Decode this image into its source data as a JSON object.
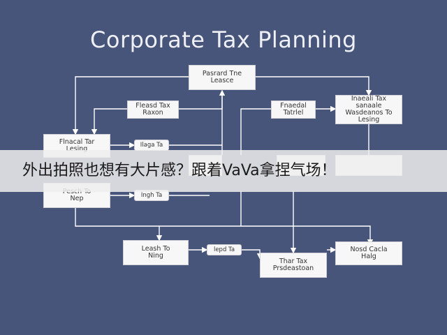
{
  "title": "Corporate Tax Planning",
  "banner": {
    "text": "外出拍照也想有大片感？跟着VaVa拿捏气场！"
  },
  "nodes": {
    "n1": "Pasrard Tne\nLeasce",
    "n2": "Fleasd Tax\nRaxon",
    "n3": "Fnaedal\nTatrlel",
    "n4": "Inaeali Tax\nsanaale\nWasdeanos To\nLesing",
    "n5": "Flnacal Tar\nLesing",
    "n6": "Ilaga Ta",
    "n7": "Pesch To\nNep",
    "n8": "Ingh Ta",
    "n9": "Leash To\nNing",
    "n10": "lepd Ta",
    "n11": "Thar Tax\nPrsdeastoan",
    "n12": "Nosd Cacla\nHalg"
  },
  "colors": {
    "background": "#48557a",
    "line": "#ffffff",
    "box": "#f7f7f7",
    "banner": "#eeeeee"
  }
}
